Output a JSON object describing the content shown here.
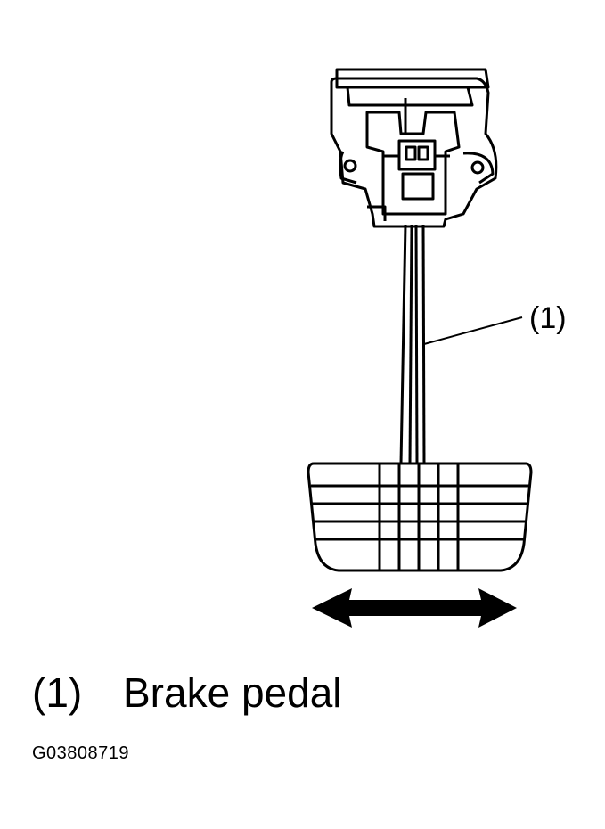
{
  "diagram": {
    "callout_label": "(1)",
    "legend": [
      {
        "number": "(1)",
        "label": "Brake pedal"
      }
    ],
    "figure_id": "G03808719"
  }
}
